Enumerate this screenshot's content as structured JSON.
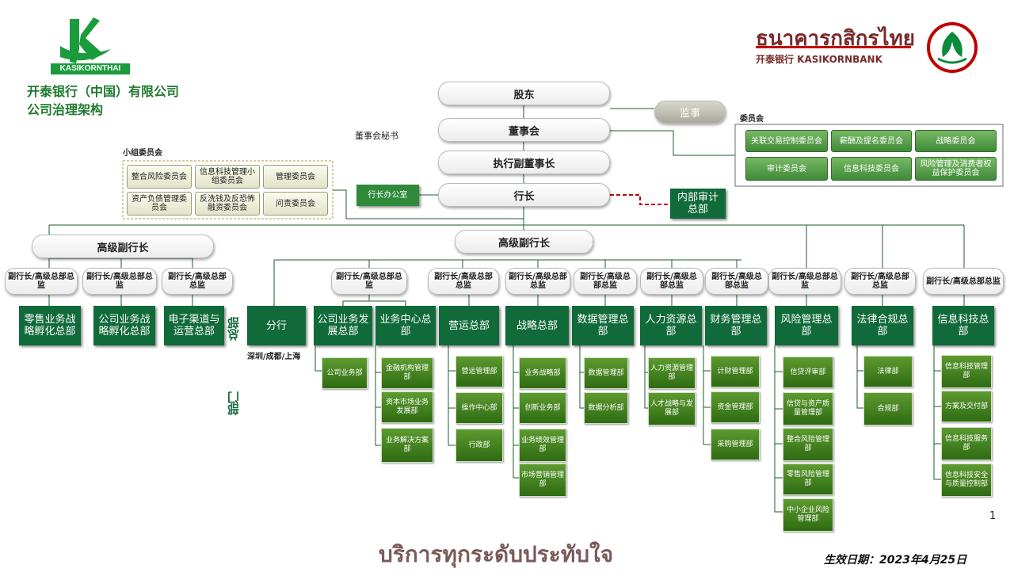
{
  "header": {
    "logo_text": "KASIKORNTHAI",
    "company_name": "开泰银行（中国）有限公司",
    "chart_title": "公司治理架构",
    "bank_name_thai": "ธนาคารกสิกรไทย",
    "bank_name_sub": "开泰银行 KASIKORNBANK"
  },
  "colors": {
    "dark_green": "#116a3a",
    "sub_green": "#3f7e1f",
    "title_green": "#1e7a2e",
    "audit_red": "#c00000"
  },
  "governance": {
    "shareholders": "股东",
    "supervisor": "监事",
    "board": "董事会",
    "board_secretary": "董事会秘书",
    "exec_vice_chairman": "执行副董事长",
    "president": "行长",
    "president_office": "行长办公室",
    "internal_audit": "内部审计总部"
  },
  "committees": {
    "title": "委员会",
    "items": [
      "关联交易控制委员会",
      "薪酬及提名委员会",
      "战略委员会",
      "审计委员会",
      "信息科技委员会",
      "风险管理及消费者权益保护委员会"
    ]
  },
  "small_committees": {
    "title": "小组委员会",
    "items": [
      "整合风险委员会",
      "信息科技管理小组委员会",
      "管理委员会",
      "资产负债管理委员会",
      "反洗钱及反恐怖融资委员会",
      "问责委员会"
    ]
  },
  "svps": {
    "left": "高级副行长",
    "center": "高级副行长"
  },
  "vp_label": "副行长/高级总部总监",
  "side_labels": {
    "hq": "总部",
    "dept": "部门"
  },
  "branch_cities": "深圳/成都/上海",
  "departments": [
    {
      "name": "零售业务战略孵化总部",
      "subs": []
    },
    {
      "name": "公司业务战略孵化总部",
      "subs": []
    },
    {
      "name": "电子渠道与运营总部",
      "subs": []
    },
    {
      "name": "分行",
      "subs": []
    },
    {
      "name": "公司业务发展总部",
      "subs": [
        "公司业务部"
      ]
    },
    {
      "name": "业务中心总部",
      "subs": [
        "金融机构管理部",
        "资本市场业务发展部",
        "业务解决方案部"
      ]
    },
    {
      "name": "营运总部",
      "subs": [
        "营运管理部",
        "操作中心部",
        "行政部"
      ]
    },
    {
      "name": "战略总部",
      "subs": [
        "业务战略部",
        "创新业务部",
        "业务绩效管理部",
        "市场营销管理部"
      ]
    },
    {
      "name": "数据管理总部",
      "subs": [
        "数据管理部",
        "数据分析部"
      ]
    },
    {
      "name": "人力资源总部",
      "subs": [
        "人力资源管理部",
        "人才战略与发展部"
      ]
    },
    {
      "name": "财务管理总部",
      "subs": [
        "计财管理部",
        "资金管理部",
        "采购管理部"
      ]
    },
    {
      "name": "风险管理总部",
      "subs": [
        "信贷评审部",
        "信贷与资产质量管理部",
        "整合风险管理部",
        "零售风险管理部",
        "中小企业风险管理部"
      ]
    },
    {
      "name": "法律合规总部",
      "subs": [
        "法律部",
        "合规部"
      ]
    },
    {
      "name": "信息科技总部",
      "subs": [
        "信息科技管理部",
        "方案及交付部",
        "信息科技服务部",
        "信息科技安全与质量控制部"
      ]
    }
  ],
  "page_number": "1",
  "slogan": "บริการทุกระดับประทับใจ",
  "effective_date": "生效日期：2023年4月25日"
}
